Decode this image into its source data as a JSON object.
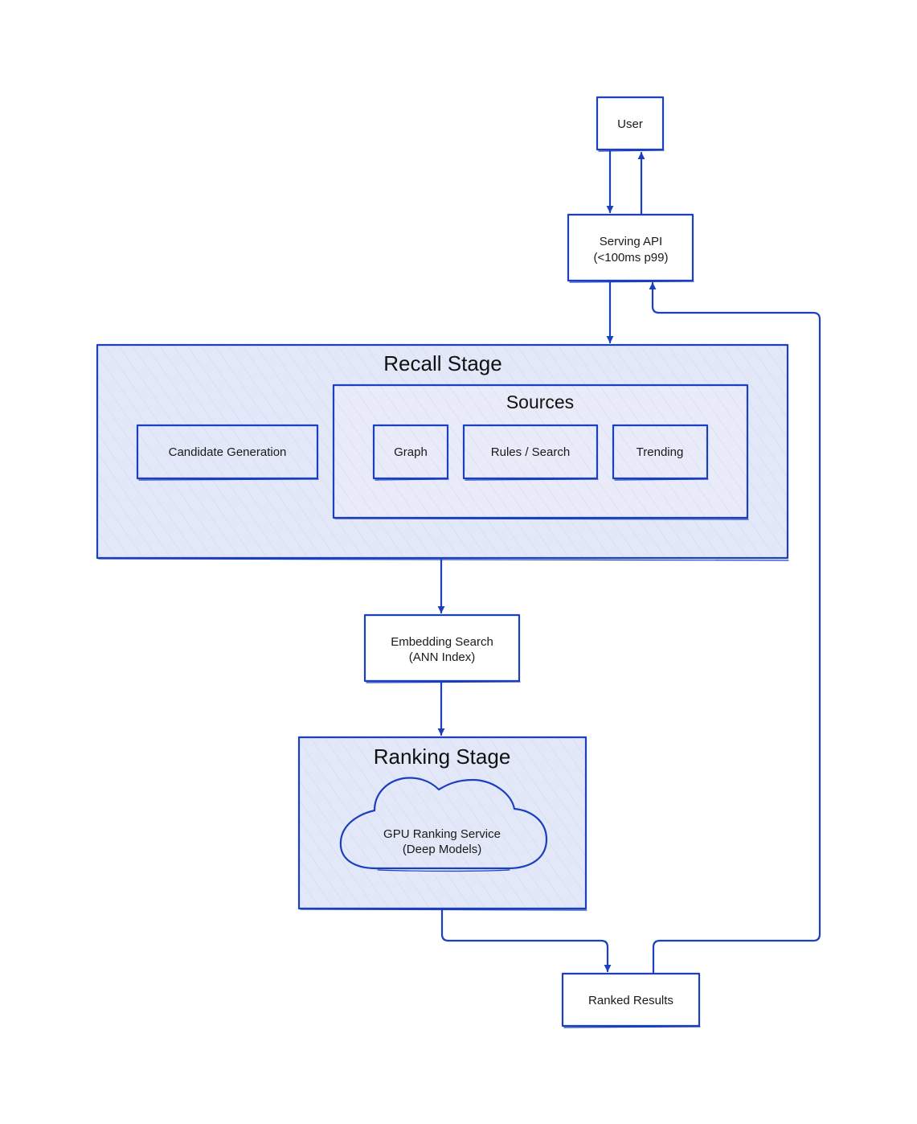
{
  "colors": {
    "stroke": "#1a3fbf",
    "cluster_fill": "#e3e8f8",
    "subcluster_fill": "#e9ecf8",
    "node_fill": "#f0f2fa",
    "cloud_fill": "#ffffff",
    "background": "#ffffff"
  },
  "nodes": {
    "user": "User",
    "serving_api_line1": "Serving API",
    "serving_api_line2": "(<100ms p99)",
    "candidate_generation": "Candidate Generation",
    "graph": "Graph",
    "rules_search": "Rules / Search",
    "trending": "Trending",
    "embedding_search_line1": "Embedding Search",
    "embedding_search_line2": "(ANN Index)",
    "gpu_ranking_line1": "GPU Ranking Service",
    "gpu_ranking_line2": "(Deep Models)",
    "ranked_results": "Ranked Results"
  },
  "clusters": {
    "recall": "Recall Stage",
    "sources": "Sources",
    "ranking": "Ranking Stage"
  },
  "edges": [
    {
      "from": "User",
      "to": "Serving API"
    },
    {
      "from": "Serving API",
      "to": "User"
    },
    {
      "from": "Serving API",
      "to": "Recall Stage"
    },
    {
      "from": "Recall Stage",
      "to": "Embedding Search"
    },
    {
      "from": "Embedding Search",
      "to": "Ranking Stage"
    },
    {
      "from": "Ranking Stage",
      "to": "Ranked Results"
    },
    {
      "from": "Ranked Results",
      "to": "Serving API"
    }
  ]
}
